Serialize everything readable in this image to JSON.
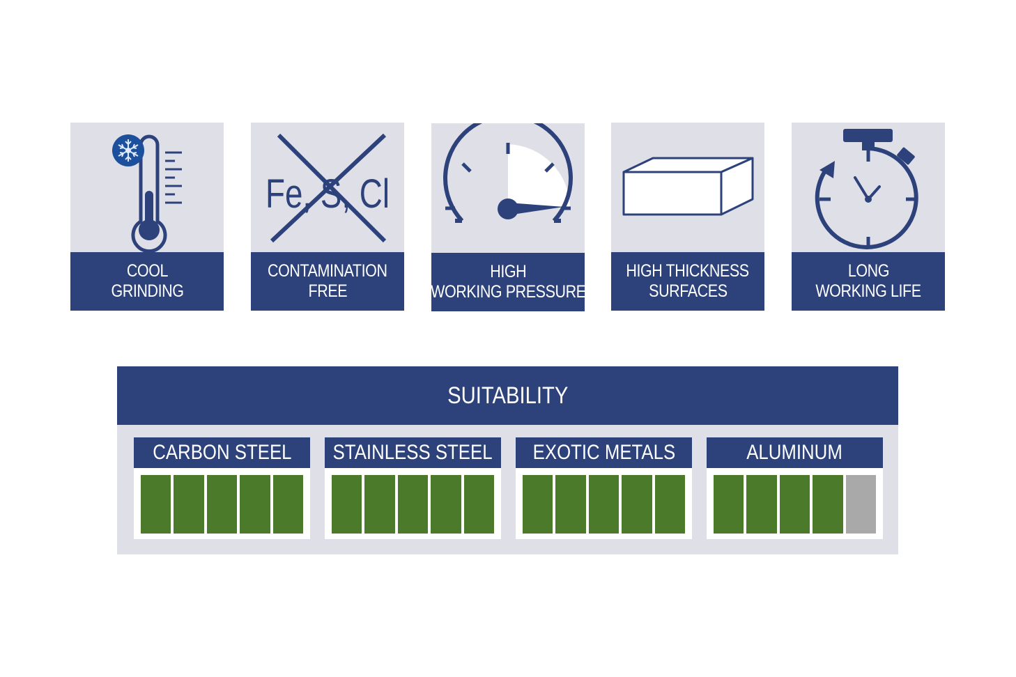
{
  "features": [
    {
      "id": "cool-grinding",
      "icon": "thermometer-snowflake-icon",
      "lines": [
        "COOL",
        "GRINDING"
      ]
    },
    {
      "id": "contamination-free",
      "icon": "crossed-out-elements-icon",
      "lines": [
        "CONTAMINATION",
        "FREE"
      ],
      "icon_text": "Fe, S, Cl"
    },
    {
      "id": "high-working-pressure",
      "icon": "pressure-gauge-icon",
      "lines": [
        "HIGH",
        "WORKING PRESSURE"
      ]
    },
    {
      "id": "high-thickness-surfaces",
      "icon": "thick-block-icon",
      "lines": [
        "HIGH THICKNESS",
        "SURFACES"
      ]
    },
    {
      "id": "long-working-life",
      "icon": "stopwatch-icon",
      "lines": [
        "LONG",
        "WORKING LIFE"
      ]
    }
  ],
  "suitability": {
    "title": "SUITABILITY",
    "metals": [
      {
        "name": "CARBON STEEL",
        "rating": 5,
        "max": 5
      },
      {
        "name": "STAINLESS STEEL",
        "rating": 5,
        "max": 5
      },
      {
        "name": "EXOTIC METALS",
        "rating": 5,
        "max": 5
      },
      {
        "name": "ALUMINUM",
        "rating": 4,
        "max": 5
      }
    ]
  },
  "colors": {
    "navy": "#2d427a",
    "panel": "#dfdfe8",
    "rating_on": "#4a7a2a",
    "rating_off": "#a9a9a9",
    "snowflake": "#1c4f9c"
  }
}
